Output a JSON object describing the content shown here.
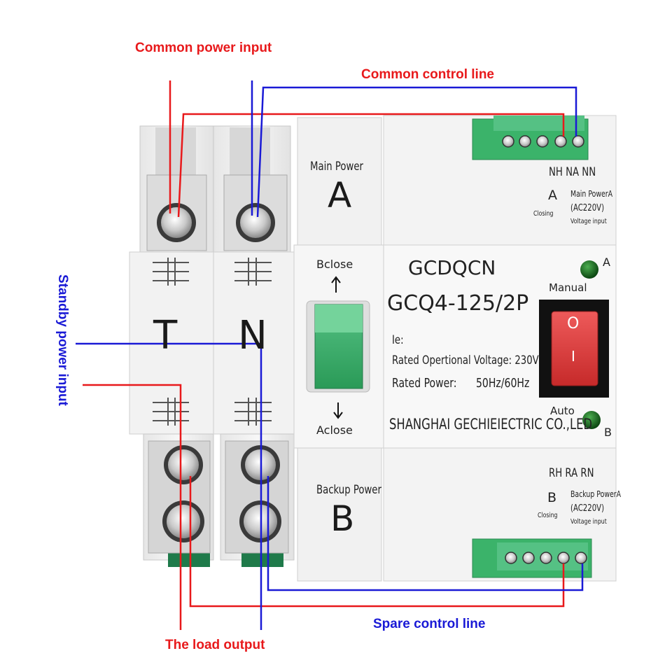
{
  "annotations": {
    "common_power_input": "Common power input",
    "common_control_line": "Common control line",
    "standby_power_input": "Standby power input",
    "spare_control_line": "Spare control line",
    "load_output": "The load output"
  },
  "device": {
    "pole_left": "T",
    "pole_right": "N",
    "main_power_label": "Main Power",
    "main_power_letter": "A",
    "backup_power_label": "Backup Power",
    "backup_power_letter": "B",
    "bclose": "Bclose",
    "aclose": "Aclose",
    "brand": "GCDQCN",
    "model": "GCQ4-125/2P",
    "ie": "Ie:",
    "rated_voltage": "Rated Opertional Voltage: 230V",
    "rated_power_label": "Rated Power:",
    "rated_power_value": "50Hz/60Hz",
    "manufacturer": "SHANGHAI GECHIEIECTRIC CO.,LED",
    "manual": "Manual",
    "auto": "Auto",
    "led_a": "A",
    "led_b": "B",
    "top_terminals": "NH NA NN",
    "top_closing_letter": "A",
    "top_closing": "Closing",
    "top_power_name": "Main PowerA",
    "top_voltage": "(AC220V)",
    "top_voltage_input": "Voltage input",
    "bottom_terminals": "RH RA RN",
    "bottom_closing_letter": "B",
    "bottom_closing": "Closing",
    "bottom_power_name": "Backup PowerA",
    "bottom_voltage": "(AC220V)",
    "bottom_voltage_input": "Voltage input",
    "switch_on_symbol": "O",
    "switch_off_symbol": "I"
  },
  "colors": {
    "power_wire": "#e8191b",
    "control_wire": "#1a1ad6",
    "terminal_green": "#3bb36a",
    "indicator_green": "#0f5a16",
    "rocker_red": "#d83a3a"
  }
}
